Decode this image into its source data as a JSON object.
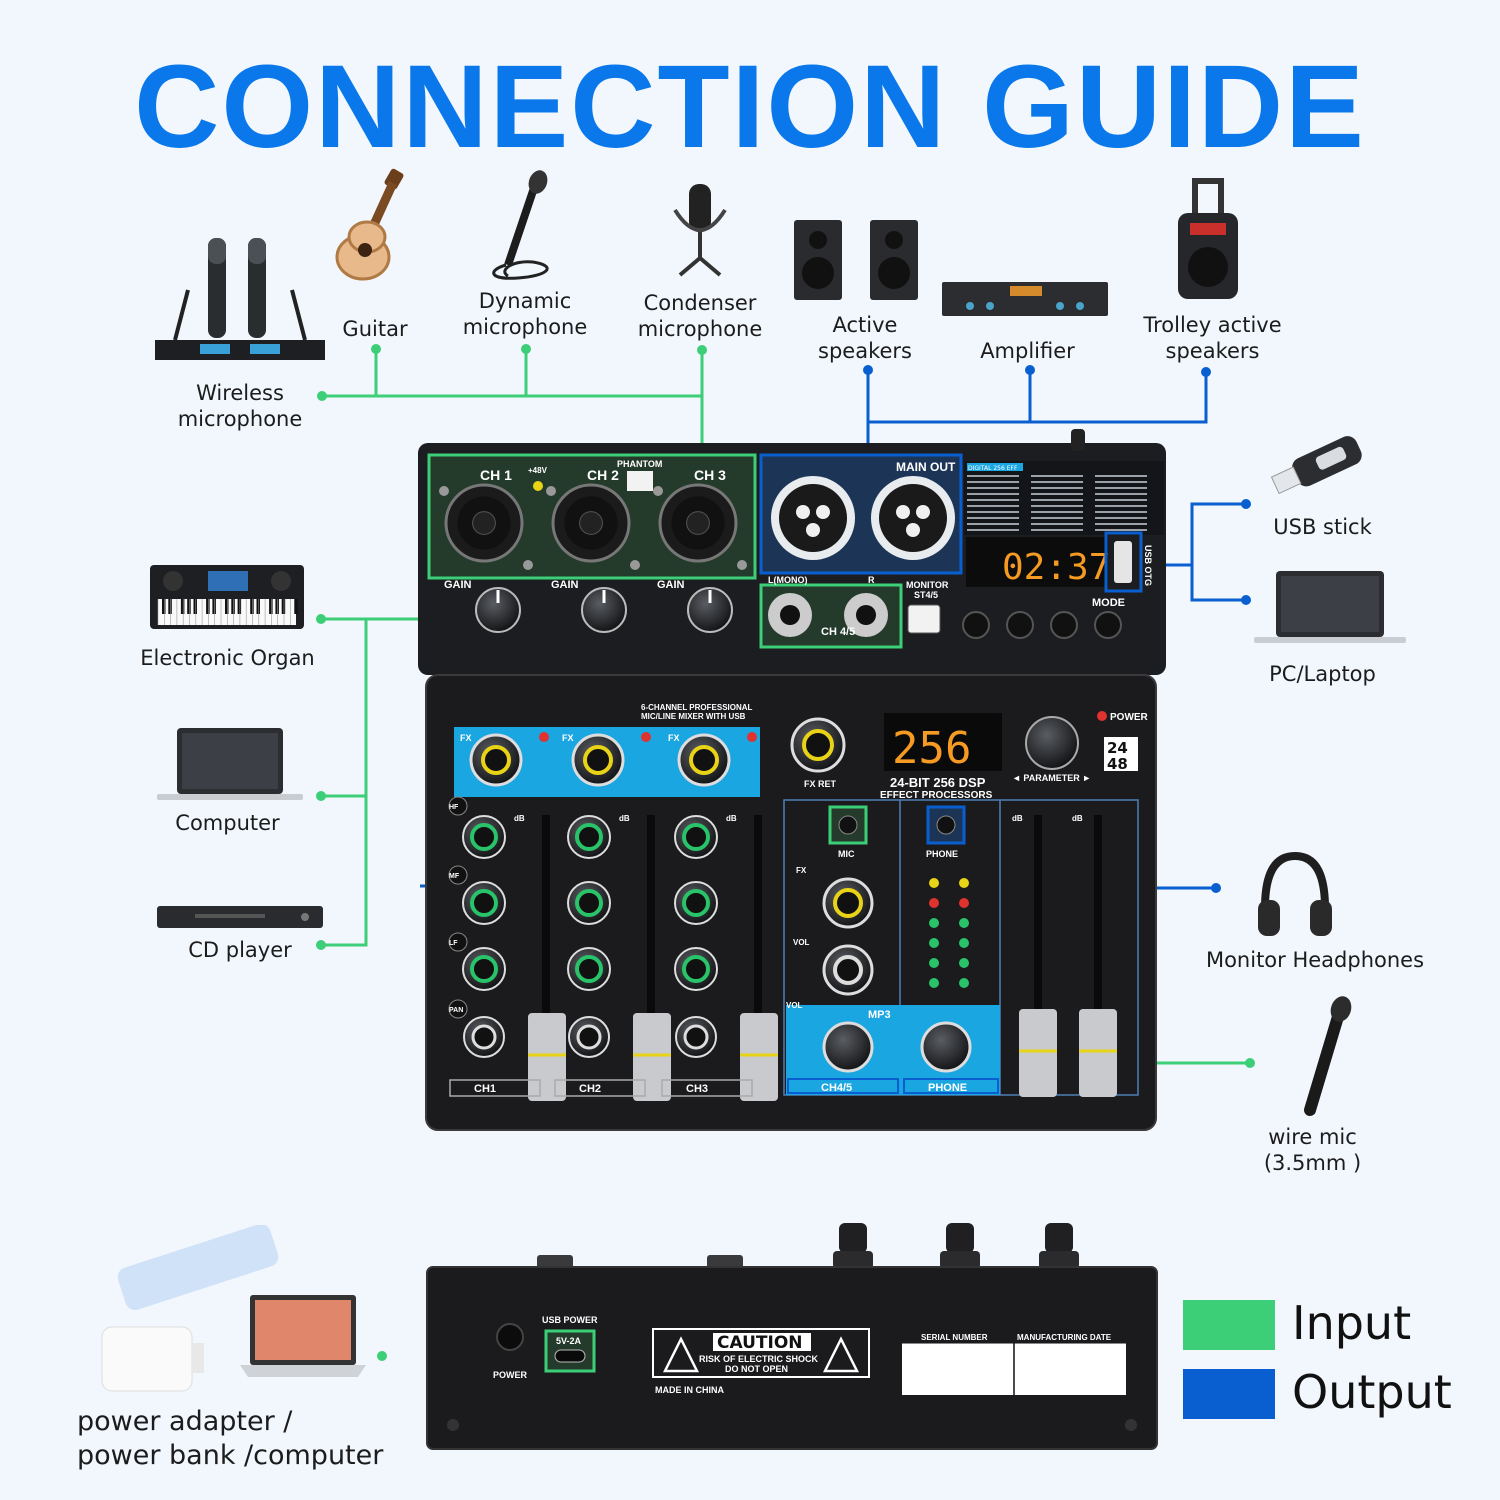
{
  "title": "CONNECTION GUIDE",
  "colors": {
    "title": "#0a78ea",
    "input": "#3dce78",
    "output": "#0a5fd0",
    "mixer_body": "#1b1b1d",
    "fx_panel": "#1aa6e0"
  },
  "inputs": {
    "wireless_mic": {
      "line1": "Wireless",
      "line2": "microphone"
    },
    "guitar": {
      "line1": "Guitar"
    },
    "dynamic_mic": {
      "line1": "Dynamic",
      "line2": "microphone"
    },
    "condenser_mic": {
      "line1": "Condenser",
      "line2": "microphone"
    },
    "electronic_organ": {
      "line1": "Electronic Organ"
    },
    "computer": {
      "line1": "Computer"
    },
    "cd_player": {
      "line1": "CD player"
    },
    "wire_mic": {
      "line1": "wire mic",
      "line2": "(3.5mm )"
    },
    "power": {
      "line1": "power adapter /",
      "line2": "power bank /computer"
    }
  },
  "outputs": {
    "active_speakers": {
      "line1": "Active",
      "line2": "speakers"
    },
    "amplifier": {
      "line1": "Amplifier"
    },
    "trolley_speakers": {
      "line1": "Trolley active",
      "line2": "speakers"
    },
    "usb_stick": {
      "line1": "USB stick"
    },
    "pc_laptop": {
      "line1": "PC/Laptop"
    },
    "headphones": {
      "line1": "Monitor Headphones"
    }
  },
  "mixer": {
    "ch1": "CH 1",
    "ch2": "CH 2",
    "ch3": "CH 3",
    "phantom": "PHANTOM",
    "v48": "+48V",
    "main_out": "MAIN OUT",
    "gain": "GAIN",
    "l_mono": "L(MONO)",
    "r": "R",
    "ch45": "CH 4/5",
    "monitor": "MONITOR",
    "st45": "ST4/5",
    "usb_otg": "USB OTG",
    "mode": "MODE",
    "clock": "02:37",
    "dsp_display": "256",
    "dsp_label1": "24-BIT 256 DSP",
    "dsp_label2": "EFFECT PROCESSORS",
    "parameter": "◄ PARAMETER ►",
    "power": "POWER",
    "badge_top": "24",
    "badge_bot": "48",
    "model": "6-CHANNEL PROFESSIONAL",
    "model2": "MIC/LINE MIXER WITH USB",
    "fx_ret": "FX RET",
    "fx": "FX",
    "mic": "MIC",
    "phone": "PHONE",
    "vol": "VOL",
    "mp3": "MP3",
    "hf": "HF",
    "mf": "MF",
    "lf": "LF",
    "pan": "PAN",
    "db": "dB",
    "strip_ch1": "CH1",
    "strip_ch2": "CH2",
    "strip_ch3": "CH3",
    "strip_ch45": "CH4/5",
    "strip_phone": "PHONE",
    "effects_header": "DIGITAL 256 EFF"
  },
  "rear": {
    "usb_power": "USB POWER",
    "spec": "5V-2A",
    "power": "POWER",
    "caution": "CAUTION",
    "caution_sub1": "RISK OF ELECTRIC SHOCK",
    "caution_sub2": "DO NOT OPEN",
    "made_in": "MADE IN CHINA",
    "serial": "SERIAL NUMBER",
    "mfg_date": "MANUFACTURING DATE"
  },
  "legend": {
    "input": "Input",
    "output": "Output"
  }
}
